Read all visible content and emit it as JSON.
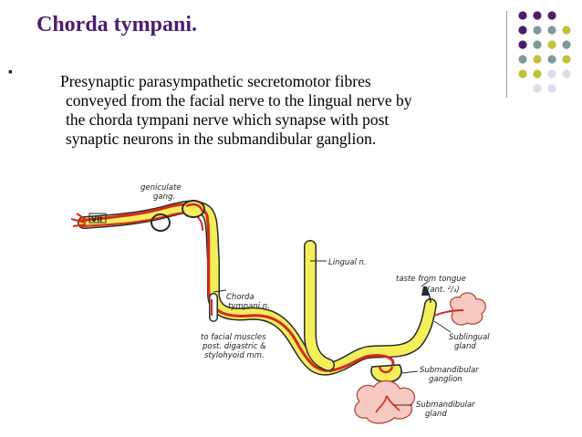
{
  "slide": {
    "title": "Chorda tympani.",
    "bullet_marker": "▪",
    "bullet_lines": [
      "Presynaptic parasympathetic secretomotor fibres",
      "conveyed from the facial nerve to the lingual nerve by",
      "the chorda tympani nerve which synapse with post",
      "synaptic neurons in the submandibular ganglion."
    ]
  },
  "diagram": {
    "labels": {
      "geniculate": "geniculate",
      "gang": "gang.",
      "vii": "VII",
      "lingual": "Lingual n.",
      "taste": "taste from tongue",
      "ant": "(ant. ²/₃)",
      "chorda": "Chorda",
      "tympani": "tympani n.",
      "facial1": "to facial muscles",
      "facial2": "post. digastric &",
      "facial3": "stylohyoid mm.",
      "sublingual1": "Sublingual",
      "sublingual2": "gland",
      "ganglion1": "Submandibular",
      "ganglion2": "ganglion",
      "smgland1": "Submandibular",
      "smgland2": "gland"
    },
    "colors": {
      "nerve_yellow": "#f4ee5a",
      "fibre_red": "#d42a1e",
      "outline": "#2a2a2a",
      "gland_pink": "#f6c9c3"
    }
  },
  "decoration": {
    "dot_colors": [
      "#4b1d6e",
      "#7f9a9a",
      "#c2c23a",
      "#dcdcec"
    ]
  }
}
